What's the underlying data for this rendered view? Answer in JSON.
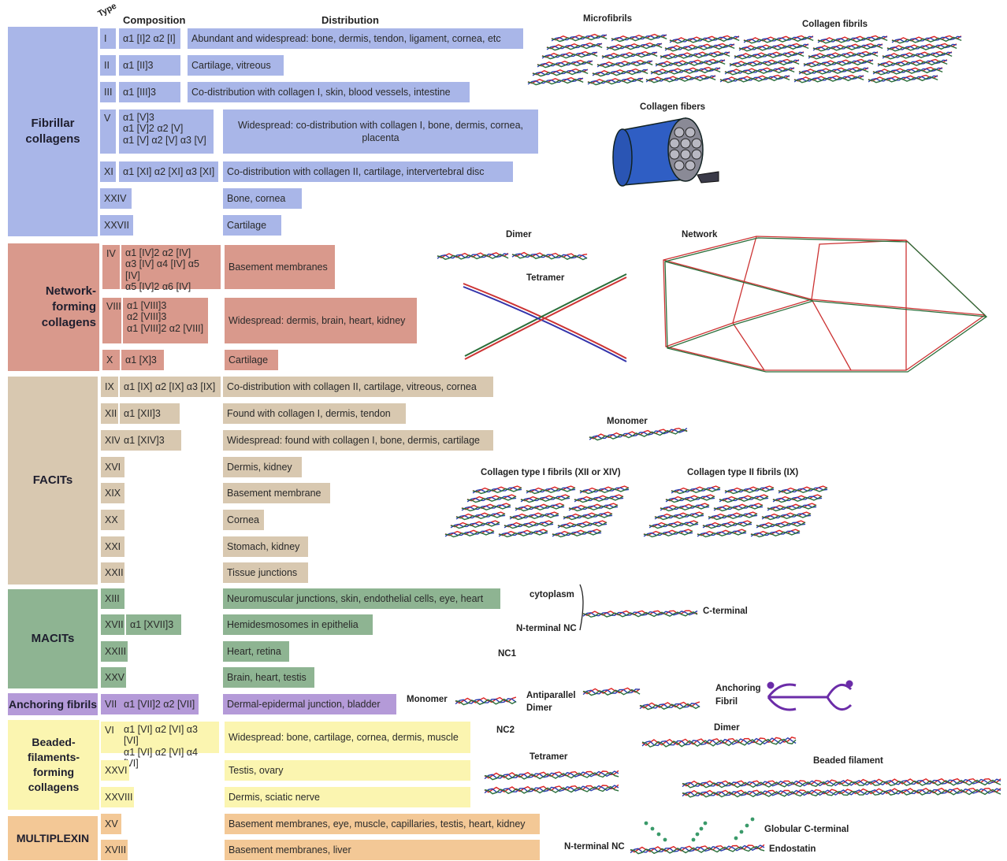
{
  "headers": {
    "type": "Type",
    "composition": "Composition",
    "distribution": "Distribution"
  },
  "groups": {
    "fibrillar": "Fibrillar collagens",
    "network": "Network-forming collagens",
    "facits": "FACITs",
    "macits": "MACITs",
    "anchoring": "Anchoring fibrils",
    "beaded": "Beaded-filaments-forming collagens",
    "multiplexin": "MULTIPLEXIN"
  },
  "rows": [
    {
      "type": "I",
      "composition": "α1 [I]2 α2 [I]",
      "distribution": "Abundant and widespread: bone, dermis, tendon, ligament, cornea, etc"
    },
    {
      "type": "II",
      "composition": "α1 [II]3",
      "distribution": "Cartilage, vitreous"
    },
    {
      "type": "III",
      "composition": "α1 [III]3",
      "distribution": "Co-distribution with collagen I, skin, blood vessels, intestine"
    },
    {
      "type": "V",
      "composition": "α1 [V]3\nα1 [V]2 α2 [V]\nα1 [V] α2 [V] α3 [V]",
      "distribution": "Widespread: co-distribution with collagen I, bone, dermis, cornea, placenta"
    },
    {
      "type": "XI",
      "composition": "α1 [XI] α2 [XI] α3 [XI]",
      "distribution": "Co-distribution with collagen II, cartilage, intervertebral disc"
    },
    {
      "type": "XXIV",
      "composition": "",
      "distribution": "Bone, cornea"
    },
    {
      "type": "XXVII",
      "composition": "",
      "distribution": "Cartilage"
    },
    {
      "type": "IV",
      "composition": "α1 [IV]2 α2 [IV]\nα3 [IV] α4 [IV] α5 [IV]\nα5 [IV]2 α6 [IV]",
      "distribution": "Basement membranes"
    },
    {
      "type": "VIII",
      "composition": "α1 [VIII]3\nα2 [VIII]3\nα1 [VIII]2 α2 [VIII]",
      "distribution": "Widespread: dermis, brain, heart, kidney"
    },
    {
      "type": "X",
      "composition": "α1 [X]3",
      "distribution": "Cartilage"
    },
    {
      "type": "IX",
      "composition": "α1 [IX] α2 [IX] α3 [IX]",
      "distribution": "Co-distribution with collagen II, cartilage, vitreous, cornea"
    },
    {
      "type": "XII",
      "composition": "α1 [XII]3",
      "distribution": "Found with collagen I, dermis, tendon"
    },
    {
      "type": "XIV",
      "composition": "α1 [XIV]3",
      "distribution": "Widespread: found with collagen I, bone, dermis, cartilage"
    },
    {
      "type": "XVI",
      "composition": "",
      "distribution": "Dermis, kidney"
    },
    {
      "type": "XIX",
      "composition": "",
      "distribution": "Basement membrane"
    },
    {
      "type": "XX",
      "composition": "",
      "distribution": "Cornea"
    },
    {
      "type": "XXI",
      "composition": "",
      "distribution": "Stomach, kidney"
    },
    {
      "type": "XXII",
      "composition": "",
      "distribution": "Tissue junctions"
    },
    {
      "type": "XIII",
      "composition": "",
      "distribution": "Neuromuscular junctions, skin, endothelial cells, eye, heart"
    },
    {
      "type": "XVII",
      "composition": "α1 [XVII]3",
      "distribution": "Hemidesmosomes in epithelia"
    },
    {
      "type": "XXIII",
      "composition": "",
      "distribution": "Heart, retina"
    },
    {
      "type": "XXV",
      "composition": "",
      "distribution": "Brain, heart, testis"
    },
    {
      "type": "VII",
      "composition": "α1 [VII]2 α2 [VII]",
      "distribution": "Dermal-epidermal junction, bladder"
    },
    {
      "type": "VI",
      "composition": "α1 [VI] α2 [VI] α3 [VI]\nα1 [VI] α2 [VI] α4 [VI]",
      "distribution": "Widespread: bone, cartilage, cornea, dermis, muscle"
    },
    {
      "type": "XXVI",
      "composition": "",
      "distribution": "Testis, ovary"
    },
    {
      "type": "XXVIII",
      "composition": "",
      "distribution": "Dermis, sciatic nerve"
    },
    {
      "type": "XV",
      "composition": "",
      "distribution": "Basement membranes, eye, muscle, capillaries, testis, heart, kidney"
    },
    {
      "type": "XVIII",
      "composition": "",
      "distribution": "Basement membranes, liver"
    }
  ],
  "labels": {
    "microfibrils": "Microfibrils",
    "collagen_fibrils": "Collagen fibrils",
    "collagen_fibers": "Collagen fibers",
    "dimer": "Dimer",
    "network": "Network",
    "tetramer": "Tetramer",
    "monomer": "Monomer",
    "col1_fibrils": "Collagen type I fibrils (XII or XIV)",
    "col2_fibrils": "Collagen type II fibrils (IX)",
    "cytoplasm": "cytoplasm",
    "c_terminal": "C-terminal",
    "n_terminal_nc": "N-terminal NC",
    "nc1": "NC1",
    "anch_monomer": "Monomer",
    "antiparallel": "Antiparallel",
    "antiparallel_dimer": "Dimer",
    "anchoring": "Anchoring",
    "fibril": "Fibril",
    "nc2": "NC2",
    "bead_dimer": "Dimer",
    "bead_tetramer": "Tetramer",
    "beaded_filament": "Beaded filament",
    "multi_n_terminal": "N-terminal NC",
    "globular_c": "Globular C-terminal",
    "endostatin": "Endostatin"
  }
}
